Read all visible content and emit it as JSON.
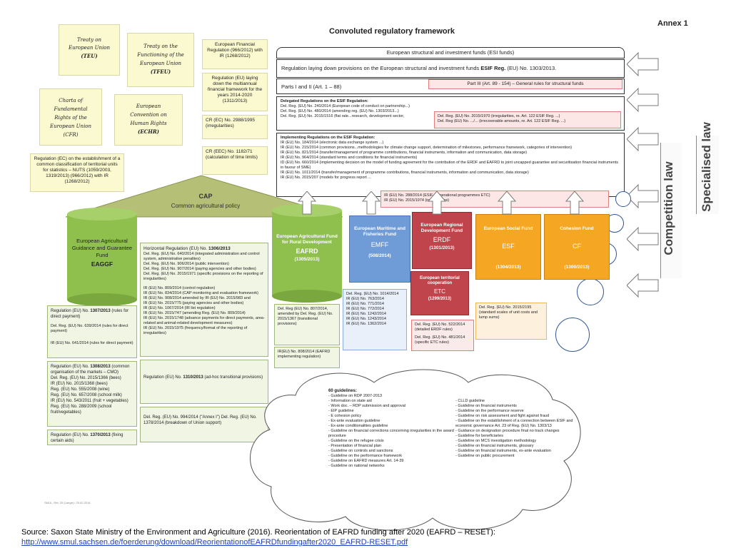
{
  "header": {
    "annex": "Annex 1",
    "title": "Convoluted regulatory framework"
  },
  "treaties": {
    "teu": [
      "Treaty on",
      "European Union",
      "(TEU)"
    ],
    "tfeu": [
      "Treaty on the",
      "Functioning of the",
      "European Union",
      "(TFEU)"
    ],
    "charter": [
      "Charta of",
      "Fundamental",
      "Rights of the",
      "European Union",
      "(CFR)"
    ],
    "echr": [
      "European",
      "Convention on",
      "Human Rights",
      "(ECHR)"
    ]
  },
  "financial_regs": {
    "efr": "European Financial Regulation (966/2012) with IR (1268/2012)",
    "mff": "Regulation (EU) laying down the multiannual financial framework for the years 2014-2020 (1311/2013)",
    "irregularities": "CR (EC) No. 2988/1995 (irregularities)",
    "time_limits": "CR (EEC) No. 1182/71 (calculation of time limits)",
    "nuts": "Regulation (EC) on the establishment of a common classification of territorial units for statistics – NUTS (1059/2003, 1319/2013) (966/2012) with IR (1268/2012)"
  },
  "esif": {
    "funds_label": "European structural and investment funds (ESI funds)",
    "reg_prefix": "Regulation laying down provisions on the European structural and investment funds ",
    "reg_bold": "ESIF Reg.",
    "reg_suffix": " (EU) No. 1303/2013.",
    "parts_1_2": "Parts I and II (Art. 1 – 88)",
    "part_3": "Part III (Art. 89 - 154) – General rules for structural funds",
    "delegated_title": "Delegated Regulations on the ESIF Regulation:",
    "delegated_items": [
      "Del. Reg. (EU) No. 240/2014 (European code of conduct on partnership...)",
      "Del. Reg. (EU) No. 480/2014 (amending reg. (EU) No. 1303/2013...)",
      "Del. Reg. (EU) No. 2015/1516 (flat rate...research, development sector,"
    ],
    "delegated_side": [
      "Del. Reg. (EU) No. 2015/1970 (irregularities, re. Art. 122 ESIF Reg. ...)",
      "Del. Reg (EU) No. .../... (irrecoverable amounts, re. Art. 122 ESIF Reg. ...)"
    ],
    "implementing_title": "Implementing Regulations on the ESIF Regulation:",
    "implementing_items": [
      "IR (EU) No. 184/2014 (electronic data exchange system ...)",
      "IR (EU) No. 215/2014 (common provisions...methodologies for climate change support, determination of milestones, performance framework, categories of intervention)",
      "IR (EU) No. 821/2014 (transfer/management of programme contributions, financial instruments, information and communication, data storage)",
      "IR (EU) No. 964/2014 (standard terms and conditions for financial instruments)",
      "ID (EU) No. 660/2014 (implementing decision on the model of funding agreement for the contribution of the ERDF and EAFRD to joint uncapped guarantee and securitisation financial instruments in favour of SME)",
      "IR (EU) No. 1011/2014 (transfer/management of programme contributions, financial instruments, information and communication, data storage)",
      "IR (EU) No. 2015/207 (models for progress report ..."
    ],
    "implementing_side": [
      "IR (EU) No. 288/2014 (ESIF – operational programmes ETC)",
      "IR (EU) No. 2015/1974 (irregularities)"
    ]
  },
  "cap": {
    "title": "CAP",
    "subtitle": "Common agricultural policy"
  },
  "eaggf": {
    "label": "European Agricultural Guidance and Guarantee Fund",
    "abbr": "EAGGF"
  },
  "eafrd": {
    "label": "European Agricultural Fund for Rural Development",
    "abbr": "EAFRD",
    "reg": "(1305/2013)"
  },
  "funds": [
    {
      "label": "European Maritime and Fisheries Fund",
      "abbr": "EMFF",
      "reg": "(508/2014)"
    },
    {
      "label": "European Regional Development Fund",
      "abbr": "ERDF",
      "reg": "(1301/2013)"
    },
    {
      "label": "European Social Fund",
      "abbr": "ESF",
      "reg": "(1304/2013)"
    },
    {
      "label": "Cohesion Fund",
      "abbr": "CF",
      "reg": "(1300/2013)"
    }
  ],
  "etc": {
    "label": "European territorial cooperation",
    "abbr": "ETC",
    "reg": "(1299/2013)"
  },
  "side_labels": {
    "competition": "Competition law",
    "specialised": "Specialised law"
  },
  "horizontal": {
    "title_prefix": "Horizontal Regulation (EU) No. ",
    "title_bold": "1306/2013",
    "items": [
      "Del. Reg. (EU) No. 640/2014 (integrated administration and control system, administrative penalties)",
      "Del. Reg. (EU) No. 906/2014 (public intervention)",
      "Del. Reg. (EU) No. 907/2014 (paying agencies and other bodies)",
      "Del. Reg. (EU) No. 2015/1971 (specific provisions on the reporting of irregularities)",
      "",
      "IR (EU) No. 809/2014 (control regulation)",
      "IR (EU) No. 834/2014 (CAP monitoring and evaluation framework)",
      "IR (EU) No. 908/2014 amended by IR (EU) No. 2015/983 and",
      "IR (EU) No. 2015/775 (paying agencies and other bodies)",
      "IR (EU) No. 1067/2014 (IR list regulation)",
      "IR (EU) No. 2015/747 (amending Reg. (EU) No. 809/2014)",
      "IR (EU) No. 2015/1748 (advance payments for direct payments, area-related and animal-related development measures)",
      "IR (EU) No. 2015/1975 (frequency/format of the reporting of irregularities)"
    ]
  },
  "direct_payments": {
    "title_prefix": "Regulation (EU) No. ",
    "title_bold": "1307/2013",
    "title_suffix": " (rules for direct payment)",
    "items": [
      "Del. Reg. (EU) No. 639/2014 (rules for direct payment)",
      "IR (EU) No. 641/2014 (rules for direct payment)"
    ]
  },
  "cmo": {
    "title_prefix": "Regulation (EU) No. ",
    "title_bold": "1308/2013",
    "title_suffix": " (common organisation of the markets – CMO)",
    "items": [
      "Del. Reg. (EU) No. 2015/1366 (bees)",
      "IR (EU) No. 2015/1368 (bees)",
      "Reg. (EU) No. 555/2008 (wine)",
      "Reg. (EU) No. 657/2008 (school milk)",
      "IR (EU) No. 543/2011 (fruit + vegetables)",
      "Reg. (EU) No. 288/2009 (school fruit/vegetables)"
    ]
  },
  "fixing_aids": {
    "title_prefix": "Regulation (EU) No. ",
    "title_bold": "1370/2013",
    "title_suffix": " (fixing certain aids)"
  },
  "adhoc": {
    "text_prefix": "Regulation (EU) No. ",
    "text_bold": "1310/2013",
    "text_suffix": " (ad-hoc transitional provisions)"
  },
  "annex_del": {
    "text": "Del. Reg. (EU) No. 994/2014 (\"Annex I\") Del. Reg. (EU) No. 1378/2014 (breakdown of Union support)"
  },
  "eafrd_notes": {
    "transitional": "Del. Reg (EU) No. 807/2014, amended by Del. Reg. (EU) No. 2015/1367 (transitional provisions)",
    "implementing": "IR(EU) No. 808/2014 (EAFRD implementing regulation)"
  },
  "emff_notes": [
    "Del. Reg. (EU) No. 1014/2014",
    "IR (EU) No. 763/2014",
    "IR (EU) No. 771/2014",
    "IR (EU) No. 772/2014",
    "IR (EU) No. 1242/2014",
    "IR (EU) No. 1243/2014",
    "IR (EU) No. 1362/2014"
  ],
  "etc_notes": [
    "Del. Reg. (EU) No. 522/2014 (detailed ERDF rules)",
    "Del. Reg. (EU) No. 481/2014 (specific ETC rules)"
  ],
  "esf_notes": "Del. Reg. (EU) No. 2015/2195 (standard scales of unit costs and lump sums)",
  "guidelines": {
    "title": "60 guidelines:",
    "left": [
      "- Guideline on RDP 2007-2013",
      "- Information on state aid",
      "- Work doc. – RDP submission and approval",
      "- EIP guideline",
      "- E cohesion policy",
      "- Ex-ante evaluation guideline",
      "- Ex-ante conditionalities guideline",
      "- Guideline on financial corrections concerning irregularities in the award procedure",
      "- Guideline on the refugee crisis",
      "- Presentation of financial plan",
      "- Guideline on controls and sanctions",
      "- Guideline on the performance framework",
      "- Guideline on EAFRD measures Art. 14-39",
      "- Guideline on national networks"
    ],
    "right": [
      "- CLLD guideline",
      "- Guideline on financial instruments",
      "- Guideline on the performance reserve",
      "- Guideline on risk assessment and fight against fraud",
      "- Guideline on the establishment of a connection between ESIF and economic governance Art. 23 of Reg. (EU) No. 1303/13",
      "- Guidance on designation procedure final no track changes",
      "- Guideline for beneficiaries",
      "- Guideline on MCS investigation methodology",
      "- Guideline on financial instruments, glossary",
      "- Guideline on financial instruments, ex-ante evaluation",
      "- Guideline on public procurement"
    ]
  },
  "footnote": "SMUL, Ref. 25 (Lange) / 25.02.2016",
  "source": {
    "line1": "Source: Saxon State Ministry of the Environment and Agriculture (2016). Reorientation of EAFRD funding after 2020 (EAFRD – RESET):",
    "link": "http://www.smul.sachsen.de/foerderung/download/ReorientationofEAFRDfundingafter2020_EAFRD-RESET.pdf"
  },
  "colors": {
    "green": "#8fc04e",
    "blue": "#6f9bd6",
    "red": "#c0444b",
    "orange": "#f5a623",
    "olive": "#b6bf76",
    "pink_border": "#e37c7c"
  }
}
